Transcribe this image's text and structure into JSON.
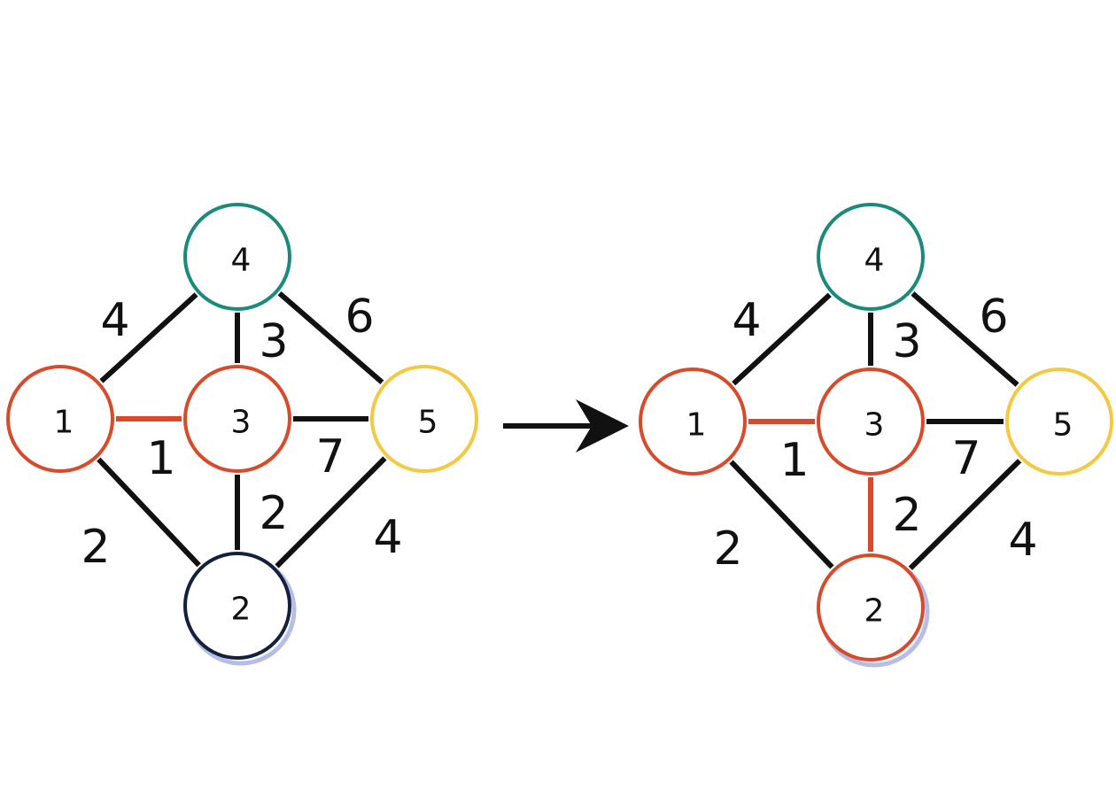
{
  "colors": {
    "red": "#d94a2b",
    "teal": "#1a8a7a",
    "yellow": "#f5c842",
    "navy": "#14213d",
    "edge": "#111111",
    "glow": "#b8bde8"
  },
  "graphs": [
    {
      "id": "before",
      "nodes": [
        {
          "id": "1",
          "label": "1",
          "color": "red"
        },
        {
          "id": "2",
          "label": "2",
          "color": "navy"
        },
        {
          "id": "3",
          "label": "3",
          "color": "red"
        },
        {
          "id": "4",
          "label": "4",
          "color": "teal"
        },
        {
          "id": "5",
          "label": "5",
          "color": "yellow"
        }
      ],
      "edges": [
        {
          "from": "1",
          "to": "4",
          "weight": "4",
          "color": "edge"
        },
        {
          "from": "4",
          "to": "3",
          "weight": "3",
          "color": "edge"
        },
        {
          "from": "4",
          "to": "5",
          "weight": "6",
          "color": "edge"
        },
        {
          "from": "1",
          "to": "3",
          "weight": "1",
          "color": "red"
        },
        {
          "from": "3",
          "to": "5",
          "weight": "7",
          "color": "edge"
        },
        {
          "from": "1",
          "to": "2",
          "weight": "2",
          "color": "edge"
        },
        {
          "from": "3",
          "to": "2",
          "weight": "2",
          "color": "edge"
        },
        {
          "from": "5",
          "to": "2",
          "weight": "4",
          "color": "edge"
        }
      ]
    },
    {
      "id": "after",
      "nodes": [
        {
          "id": "1",
          "label": "1",
          "color": "red"
        },
        {
          "id": "2",
          "label": "2",
          "color": "red"
        },
        {
          "id": "3",
          "label": "3",
          "color": "red"
        },
        {
          "id": "4",
          "label": "4",
          "color": "teal"
        },
        {
          "id": "5",
          "label": "5",
          "color": "yellow"
        }
      ],
      "edges": [
        {
          "from": "1",
          "to": "4",
          "weight": "4",
          "color": "edge"
        },
        {
          "from": "4",
          "to": "3",
          "weight": "3",
          "color": "edge"
        },
        {
          "from": "4",
          "to": "5",
          "weight": "6",
          "color": "edge"
        },
        {
          "from": "1",
          "to": "3",
          "weight": "1",
          "color": "red"
        },
        {
          "from": "3",
          "to": "5",
          "weight": "7",
          "color": "edge"
        },
        {
          "from": "1",
          "to": "2",
          "weight": "2",
          "color": "edge"
        },
        {
          "from": "3",
          "to": "2",
          "weight": "2",
          "color": "red"
        },
        {
          "from": "5",
          "to": "2",
          "weight": "4",
          "color": "edge"
        }
      ]
    }
  ],
  "transition": {
    "icon": "right-arrow-icon"
  }
}
